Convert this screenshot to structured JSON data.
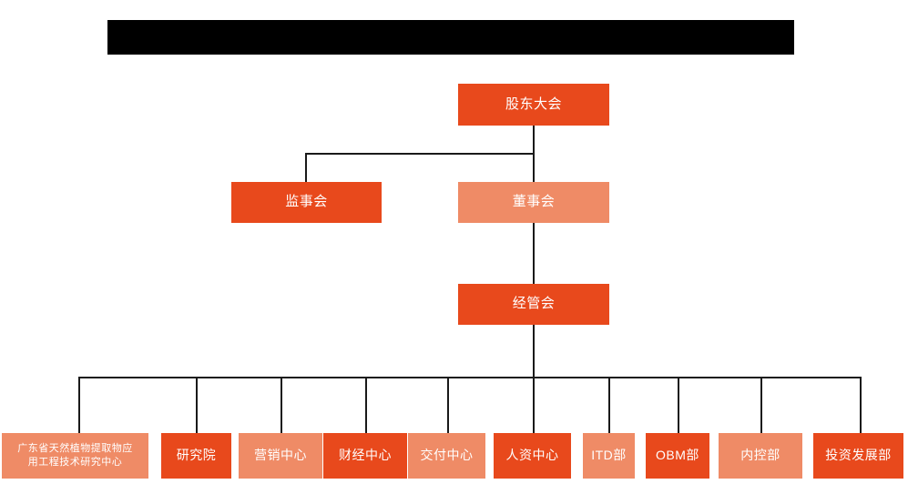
{
  "chart_data": {
    "type": "diagram",
    "title": "",
    "subtitle": "",
    "diagram_kind": "organization-chart",
    "orientation": "top-down",
    "colors": {
      "box_dark": "#E8491C",
      "box_light": "#EF8B66",
      "connector": "#1a1a1a",
      "text": "#FFFFFF",
      "background": "#FFFFFF",
      "redaction": "#000000"
    },
    "levels": [
      {
        "level": 1,
        "nodes": [
          "股东大会"
        ]
      },
      {
        "level": 2,
        "nodes": [
          "监事会",
          "董事会"
        ]
      },
      {
        "level": 3,
        "nodes": [
          "经管会"
        ]
      },
      {
        "level": 4,
        "nodes": [
          "广东省天然植物提取物应用工程技术研究中心",
          "研究院",
          "营销中心",
          "财经中心",
          "交付中心",
          "人资中心",
          "ITD部",
          "OBM部",
          "内控部",
          "投资发展部"
        ]
      }
    ],
    "edges": [
      {
        "from": "股东大会",
        "to": "监事会"
      },
      {
        "from": "股东大会",
        "to": "董事会"
      },
      {
        "from": "董事会",
        "to": "经管会"
      },
      {
        "from": "经管会",
        "to": "广东省天然植物提取物应用工程技术研究中心"
      },
      {
        "from": "经管会",
        "to": "研究院"
      },
      {
        "from": "经管会",
        "to": "营销中心"
      },
      {
        "from": "经管会",
        "to": "财经中心"
      },
      {
        "from": "经管会",
        "to": "交付中心"
      },
      {
        "from": "经管会",
        "to": "人资中心"
      },
      {
        "from": "经管会",
        "to": "ITD部"
      },
      {
        "from": "经管会",
        "to": "OBM部"
      },
      {
        "from": "经管会",
        "to": "内控部"
      },
      {
        "from": "经管会",
        "to": "投资发展部"
      }
    ]
  },
  "header": {
    "redacted_bar_label": ""
  },
  "tier1": {
    "shareholders": {
      "label": "股东大会",
      "tone": "dark"
    }
  },
  "tier2": {
    "supervisory": {
      "label": "监事会",
      "tone": "dark"
    },
    "board": {
      "label": "董事会",
      "tone": "light"
    }
  },
  "tier3": {
    "management": {
      "label": "经管会",
      "tone": "dark"
    }
  },
  "tier4": {
    "departments": [
      {
        "label": "广东省天然植物提取物应用工程技术研究中心",
        "line1": "广东省天然植物提取物应",
        "line2": "用工程技术研究中心",
        "tone": "light"
      },
      {
        "label": "研究院",
        "tone": "dark"
      },
      {
        "label": "营销中心",
        "tone": "light"
      },
      {
        "label": "财经中心",
        "tone": "dark"
      },
      {
        "label": "交付中心",
        "tone": "light"
      },
      {
        "label": "人资中心",
        "tone": "dark"
      },
      {
        "label": "ITD部",
        "tone": "light"
      },
      {
        "label": "OBM部",
        "tone": "dark"
      },
      {
        "label": "内控部",
        "tone": "light"
      },
      {
        "label": "投资发展部",
        "tone": "dark"
      }
    ]
  }
}
